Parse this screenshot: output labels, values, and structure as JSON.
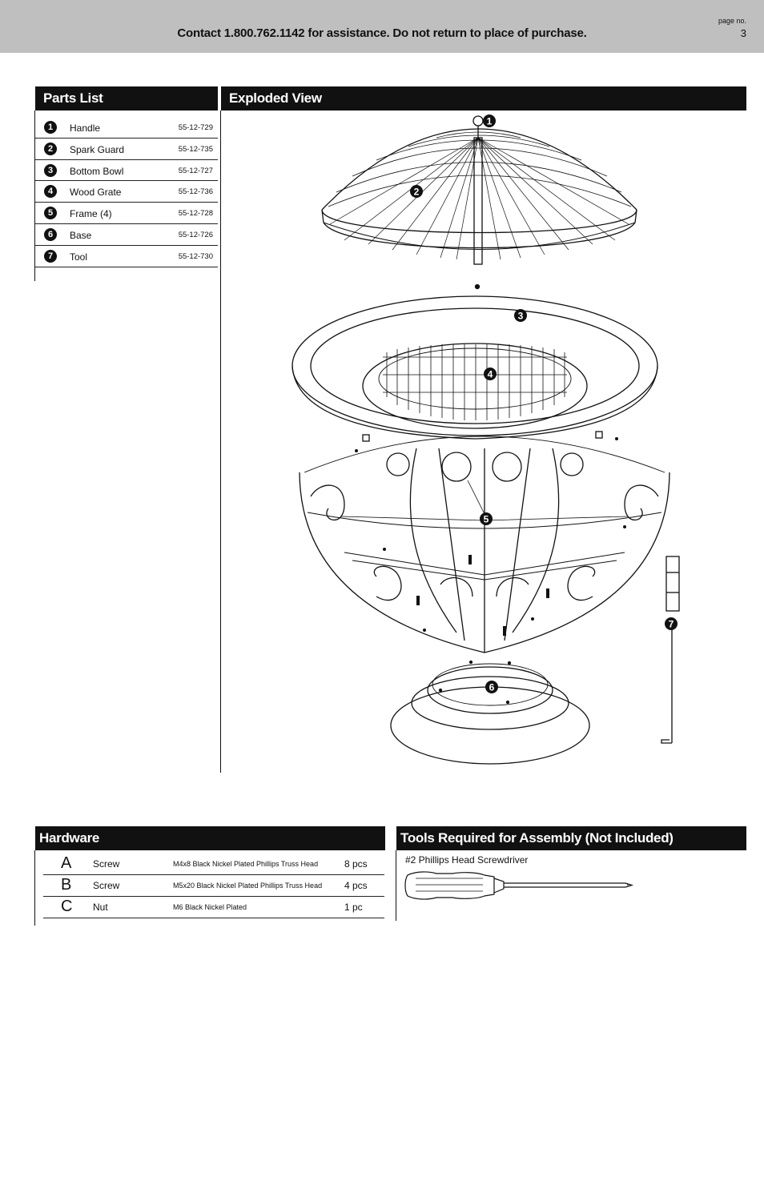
{
  "header": {
    "contact": "Contact 1.800.762.1142 for assistance. Do not return to place of purchase.",
    "page_label": "page no.",
    "page_number": "3"
  },
  "parts_list": {
    "title": "Parts List",
    "items": [
      {
        "num": "1",
        "name": "Handle",
        "code": "55-12-729"
      },
      {
        "num": "2",
        "name": "Spark Guard",
        "code": "55-12-735"
      },
      {
        "num": "3",
        "name": "Bottom Bowl",
        "code": "55-12-727"
      },
      {
        "num": "4",
        "name": "Wood Grate",
        "code": "55-12-736"
      },
      {
        "num": "5",
        "name": "Frame (4)",
        "code": "55-12-728"
      },
      {
        "num": "6",
        "name": "Base",
        "code": "55-12-726"
      },
      {
        "num": "7",
        "name": "Tool",
        "code": "55-12-730"
      }
    ]
  },
  "exploded_view": {
    "title": "Exploded View",
    "callouts": [
      "1",
      "2",
      "3",
      "4",
      "5",
      "6",
      "7"
    ]
  },
  "hardware": {
    "title": "Hardware",
    "items": [
      {
        "letter": "A",
        "name": "Screw",
        "desc": "M4x8 Black Nickel Plated Phillips Truss Head",
        "qty": "8 pcs"
      },
      {
        "letter": "B",
        "name": "Screw",
        "desc": "M5x20 Black Nickel Plated Phillips Truss Head",
        "qty": "4 pcs"
      },
      {
        "letter": "C",
        "name": "Nut",
        "desc": "M6 Black Nickel Plated",
        "qty": "1 pc"
      }
    ]
  },
  "tools": {
    "title": "Tools Required for Assembly (Not Included)",
    "items": [
      "#2 Phillips Head Screwdriver"
    ]
  }
}
